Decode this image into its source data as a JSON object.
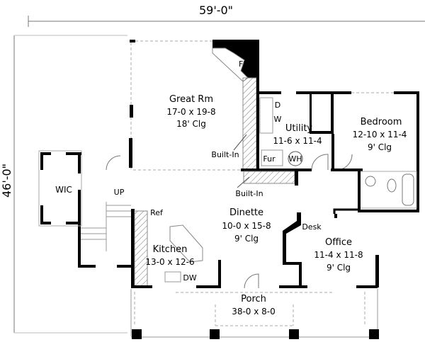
{
  "dimensions": {
    "width": "59'-0\"",
    "depth": "46'-0\""
  },
  "rooms": {
    "great_room": {
      "name": "Great Rm",
      "size": "17-0 x 19-8",
      "ceiling": "18' Clg"
    },
    "utility": {
      "name": "Utility",
      "size": "11-6 x 11-4"
    },
    "bedroom": {
      "name": "Bedroom",
      "size": "12-10 x 11-4",
      "ceiling": "9' Clg"
    },
    "dinette": {
      "name": "Dinette",
      "size": "10-0 x 15-8",
      "ceiling": "9' Clg"
    },
    "kitchen": {
      "name": "Kitchen",
      "size": "13-0 x 12-6"
    },
    "office": {
      "name": "Office",
      "size": "11-4 x 11-8",
      "ceiling": "9' Clg"
    },
    "porch": {
      "name": "Porch",
      "size": "38-0 x 8-0"
    },
    "wic": {
      "name": "WIC"
    }
  },
  "fixtures": {
    "fireplace": "FP",
    "dryer": "D",
    "washer": "W",
    "furnace": "Fur",
    "water_heater": "WH",
    "built_in_1": "Built-In",
    "built_in_2": "Built-In",
    "stairs": "UP",
    "refrigerator": "Ref",
    "dishwasher": "DW",
    "desk": "Desk"
  }
}
